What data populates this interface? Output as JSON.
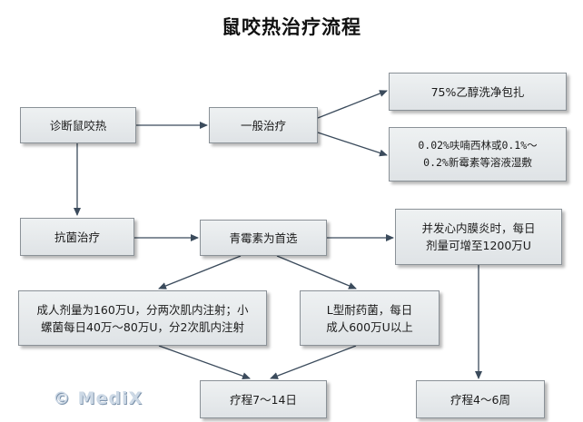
{
  "title": "鼠咬热治疗流程",
  "watermark": "© MediX",
  "nodes": {
    "diagnosis": "诊断鼠咬热",
    "general": "一般治疗",
    "wash": "75%乙醇洗净包扎",
    "soak": "0.02%呋喃西林或0.1%～\n0.2%新霉素等溶液湿敷",
    "antibiotic": "抗菌治疗",
    "penicillin": "青霉素为首选",
    "endocarditis": "并发心内膜炎时，每日\n剂量可增至1200万U",
    "adult_dose": "成人剂量为160万U，分两次肌内注射；小\n螺菌每日40万～80万U，分2次肌内注射",
    "l_form": "L型耐药菌，每日\n成人600万U以上",
    "course1": "疗程7～14日",
    "course2": "疗程4～6周"
  }
}
